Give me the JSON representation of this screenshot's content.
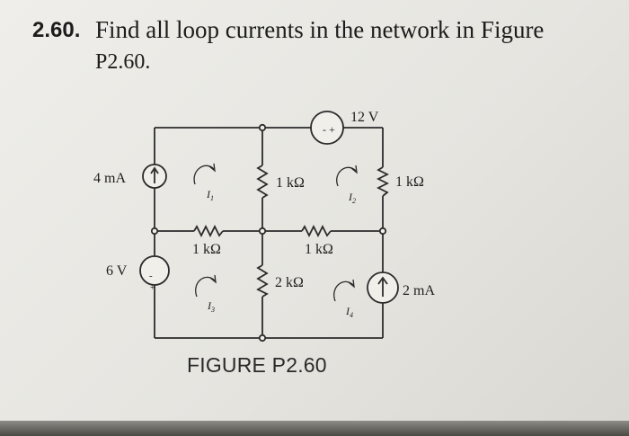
{
  "problem": {
    "number": "2.60.",
    "text_line1": "Find all loop currents in the network in Figure",
    "text_line2": "P2.60."
  },
  "figure": {
    "caption": "FIGURE P2.60",
    "sources": {
      "top_voltage": "12 V",
      "left_top_current": "4 mA",
      "left_bottom_voltage": "6 V",
      "right_bottom_current": "2 mA"
    },
    "resistors": {
      "center_top": "1 kΩ",
      "right_top": "1 kΩ",
      "middle_left": "1 kΩ",
      "middle_right": "1 kΩ",
      "center_bottom": "2 kΩ"
    },
    "loop_currents": {
      "i1": "I",
      "i1_sub": "1",
      "i2": "I",
      "i2_sub": "2",
      "i3": "I",
      "i3_sub": "3",
      "i4": "I",
      "i4_sub": "4"
    },
    "polarity": {
      "minus": "-",
      "plus": "+"
    }
  }
}
